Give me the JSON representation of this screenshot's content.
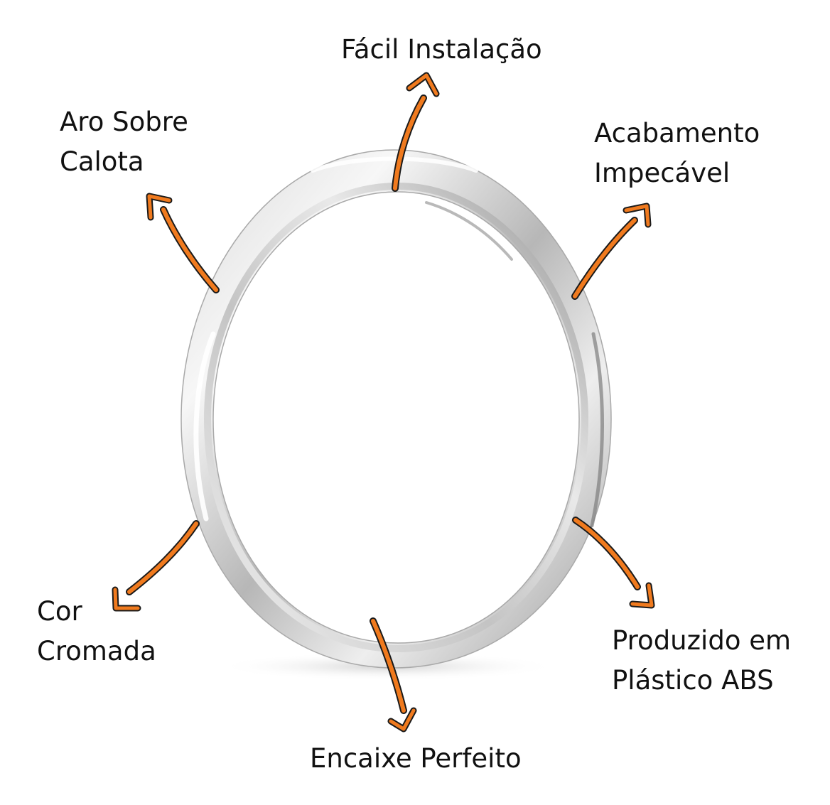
{
  "labels": {
    "top": "Fácil Instalação",
    "top_left": [
      "Aro Sobre",
      "Calota"
    ],
    "top_right": [
      "Acabamento",
      "Impecável"
    ],
    "bottom_left": [
      "Cor",
      "Cromada"
    ],
    "bottom_right": [
      "Produzido em",
      "Plástico ABS"
    ],
    "bottom": "Encaixe Perfeito"
  },
  "colors": {
    "arrow_fill": "#f07a1e",
    "arrow_outline": "#1a1a1a",
    "chrome_light": "#f4f4f4",
    "chrome_mid": "#c9c9c9",
    "chrome_dark": "#8c8c8c"
  },
  "icons": [
    "callout-arrow-icon"
  ]
}
